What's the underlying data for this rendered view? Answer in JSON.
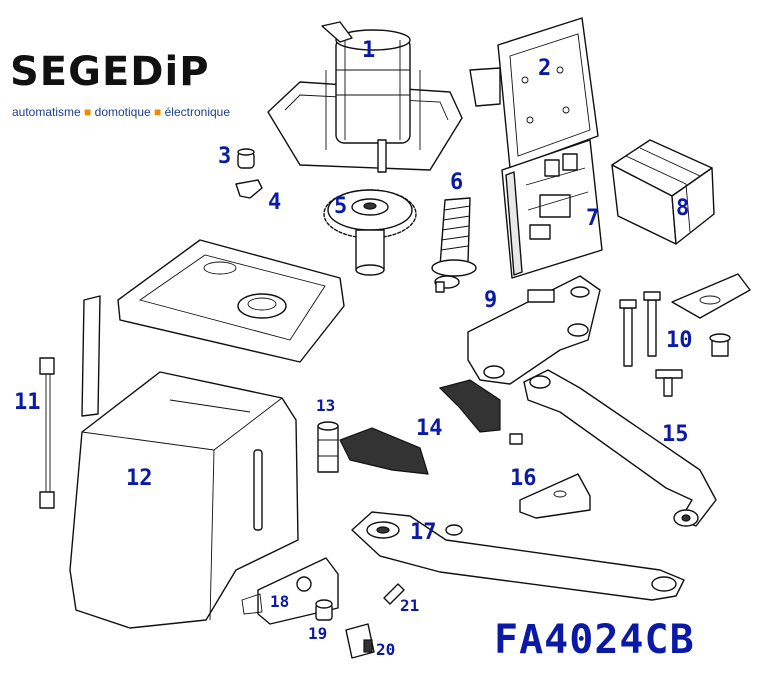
{
  "brand": {
    "name": "SEGEDiP",
    "tagline_1": "automatisme",
    "tagline_2": "domotique",
    "tagline_3": "électronique",
    "separator": "■"
  },
  "model_code": "FA4024CB",
  "parts": [
    "1",
    "2",
    "3",
    "4",
    "5",
    "6",
    "7",
    "8",
    "9",
    "10",
    "11",
    "12",
    "13",
    "14",
    "15",
    "16",
    "17",
    "18",
    "19",
    "20",
    "21"
  ],
  "colors": {
    "label_blue": "#0a1aa6",
    "brand_orange": "#f08a00",
    "line": "#111111"
  }
}
